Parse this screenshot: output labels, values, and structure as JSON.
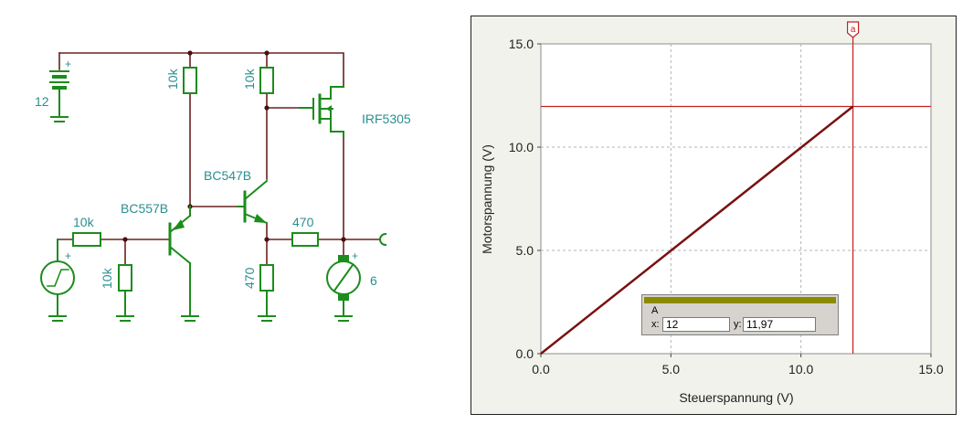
{
  "schematic": {
    "battery_value": "12",
    "motor_value": "6",
    "r_top_left": "10k",
    "r_top_right": "10k",
    "r_input": "10k",
    "r_base_ground": "10k",
    "r_emitter": "470",
    "r_series": "470",
    "q_pnp": "BC557B",
    "q_npn": "BC547B",
    "mosfet": "IRF5305",
    "plus": "+"
  },
  "cursor_panel": {
    "name": "A",
    "x_label": "x:",
    "x_value": "12",
    "y_label": "y:",
    "y_value": "11,97",
    "marker": "a"
  },
  "chart_data": {
    "type": "line",
    "xlabel": "Steuerspannung (V)",
    "ylabel": "Motorspannung (V)",
    "xlim": [
      0,
      15
    ],
    "ylim": [
      0,
      15
    ],
    "xticks": [
      "0.0",
      "5.0",
      "10.0",
      "15.0"
    ],
    "yticks": [
      "0.0",
      "5.0",
      "10.0",
      "15.0"
    ],
    "grid": true,
    "series": [
      {
        "x": [
          0,
          12
        ],
        "y": [
          0,
          11.97
        ]
      }
    ],
    "cursor": {
      "x": 12,
      "y": 11.97
    },
    "colors": {
      "series": "#7a1010",
      "cursor": "#c42020",
      "wire": "#6b2020",
      "component": "#1c8c1c"
    }
  }
}
